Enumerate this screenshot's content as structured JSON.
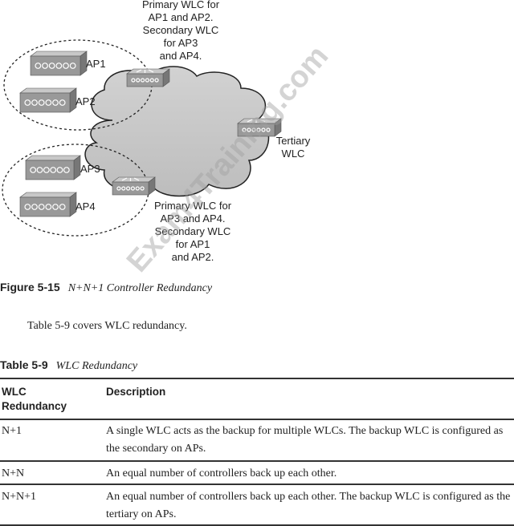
{
  "figure": {
    "top_wlc_label": "Primary WLC for\nAP1 and AP2.\nSecondary WLC\nfor AP3\nand AP4.",
    "bottom_wlc_label": "Primary WLC for\nAP3 and AP4.\nSecondary WLC\nfor AP1\nand AP2.",
    "tertiary_label": "Tertiary\nWLC",
    "aps": [
      "AP1",
      "AP2",
      "AP3",
      "AP4"
    ],
    "caption_number": "Figure 5-15",
    "caption_title": "N+N+1 Controller Redundancy"
  },
  "body_text": "Table 5-9 covers WLC redundancy.",
  "table": {
    "caption_number": "Table 5-9",
    "caption_title": "WLC Redundancy",
    "headers": [
      "WLC\nRedundancy",
      "Description"
    ],
    "rows": [
      {
        "type": "N+1",
        "description": "A single WLC acts as the backup for multiple WLCs. The backup WLC is configured as the secondary on APs."
      },
      {
        "type": "N+N",
        "description": "An equal number of controllers back up each other."
      },
      {
        "type": "N+N+1",
        "description": "An equal number of controllers back up each other. The backup WLC is configured as the tertiary on APs."
      }
    ]
  },
  "watermark": "Exam4Training.com"
}
